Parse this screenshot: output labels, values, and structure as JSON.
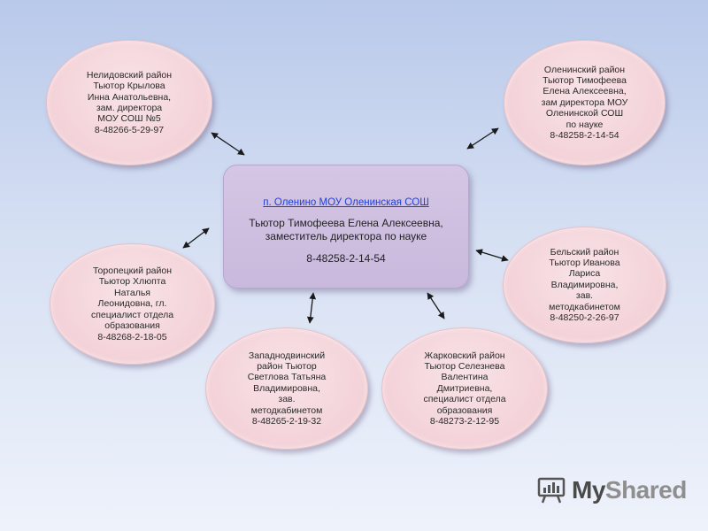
{
  "colors": {
    "node_fill": "#f3d2d8",
    "center_fill": "#c9b9dd",
    "link": "#1f3fd6",
    "arrow": "#1a1a1a"
  },
  "center": {
    "link_text": "п. Оленино МОУ Оленинская СОШ",
    "description": "Тьютор Тимофеева Елена Алексеевна,\nзаместитель директора по науке",
    "phone": "8-48258-2-14-54"
  },
  "nodes": {
    "nelidovo": "Нелидовский район\nТьютор Крылова\nИнна Анатольевна,\nзам. директора\nМОУ СОШ №5\n8-48266-5-29-97",
    "olenino": "Оленинский район\nТьютор Тимофеева\nЕлена Алексеевна,\nзам директора МОУ\nОленинской СОШ\nпо науке\n8-48258-2-14-54",
    "toropets": "Торопецкий район\nТьютор Хлюпта\nНаталья\nЛеонидовна, гл.\nспециалист отдела\nобразования\n8-48268-2-18-05",
    "belyi": "Бельский район\nТьютор Иванова\nЛариса\nВладимировна,\nзав.\nметодкабинетом\n8-48250-2-26-97",
    "zapadnaya_dvina": "Западнодвинский\nрайон Тьютор\nСветлова Татьяна\nВладимировна,\nзав.\nметодкабинетом\n8-48265-2-19-32",
    "zharkovsky": "Жарковский район\nТьютор Селезнева\nВалентина\nДмитриевна,\nспециалист отдела\nобразования\n8-48273-2-12-95"
  },
  "brand": {
    "name_prefix": "My",
    "name_suffix": "Shared",
    "icon": "presentation-board-icon"
  }
}
